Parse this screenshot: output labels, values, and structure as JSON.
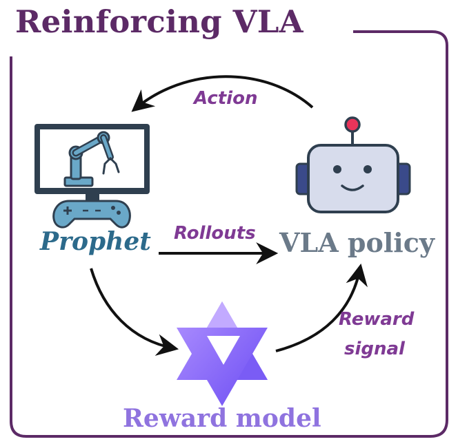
{
  "title": "Reinforcing VLA",
  "nodes": {
    "prophet": {
      "label": "Prophet",
      "icon": "robot-arm-monitor-icon"
    },
    "vla_policy": {
      "label": "VLA policy",
      "icon": "robot-head-icon"
    },
    "reward_model": {
      "label": "Reward model",
      "icon": "hexagram-logo-icon"
    }
  },
  "edges": {
    "action": "Action",
    "rollouts": "Rollouts",
    "reward_signal_line1": "Reward",
    "reward_signal_line2": "signal"
  },
  "colors": {
    "frame": "#5c2a66",
    "edge_label": "#7f3a94",
    "prophet_text": "#2c6a8b",
    "vla_text": "#6b7a89",
    "reward_text": "#8f73df"
  }
}
